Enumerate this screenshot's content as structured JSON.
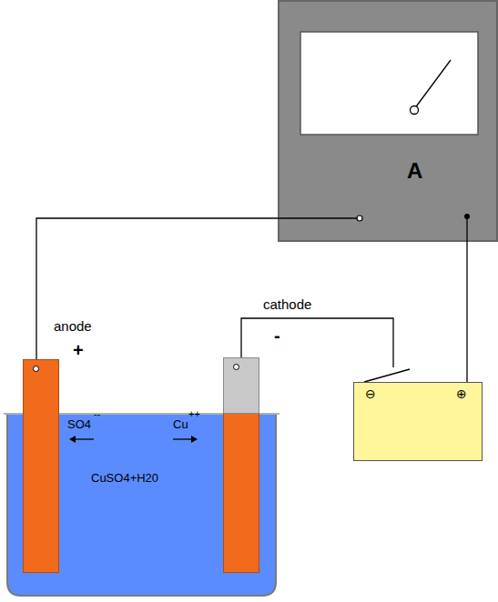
{
  "diagram": {
    "nodes": [
      {
        "text": [
          "A"
        ]
      },
      {
        "text": [
          "⊖",
          "⊕"
        ]
      },
      {
        "text": [
          "anode",
          "+"
        ]
      },
      {
        "text": [
          "cathode",
          "-"
        ]
      }
    ],
    "edges": [
      {
        "from": 0,
        "to": 2,
        "arrow": "none"
      },
      {
        "from": 3,
        "to": 1,
        "arrow": "none"
      },
      {
        "from": 1,
        "to": 0,
        "arrow": "none"
      }
    ],
    "labels": [
      "SO4",
      "--",
      "Cu",
      "++",
      "CuSO4+H20"
    ]
  }
}
